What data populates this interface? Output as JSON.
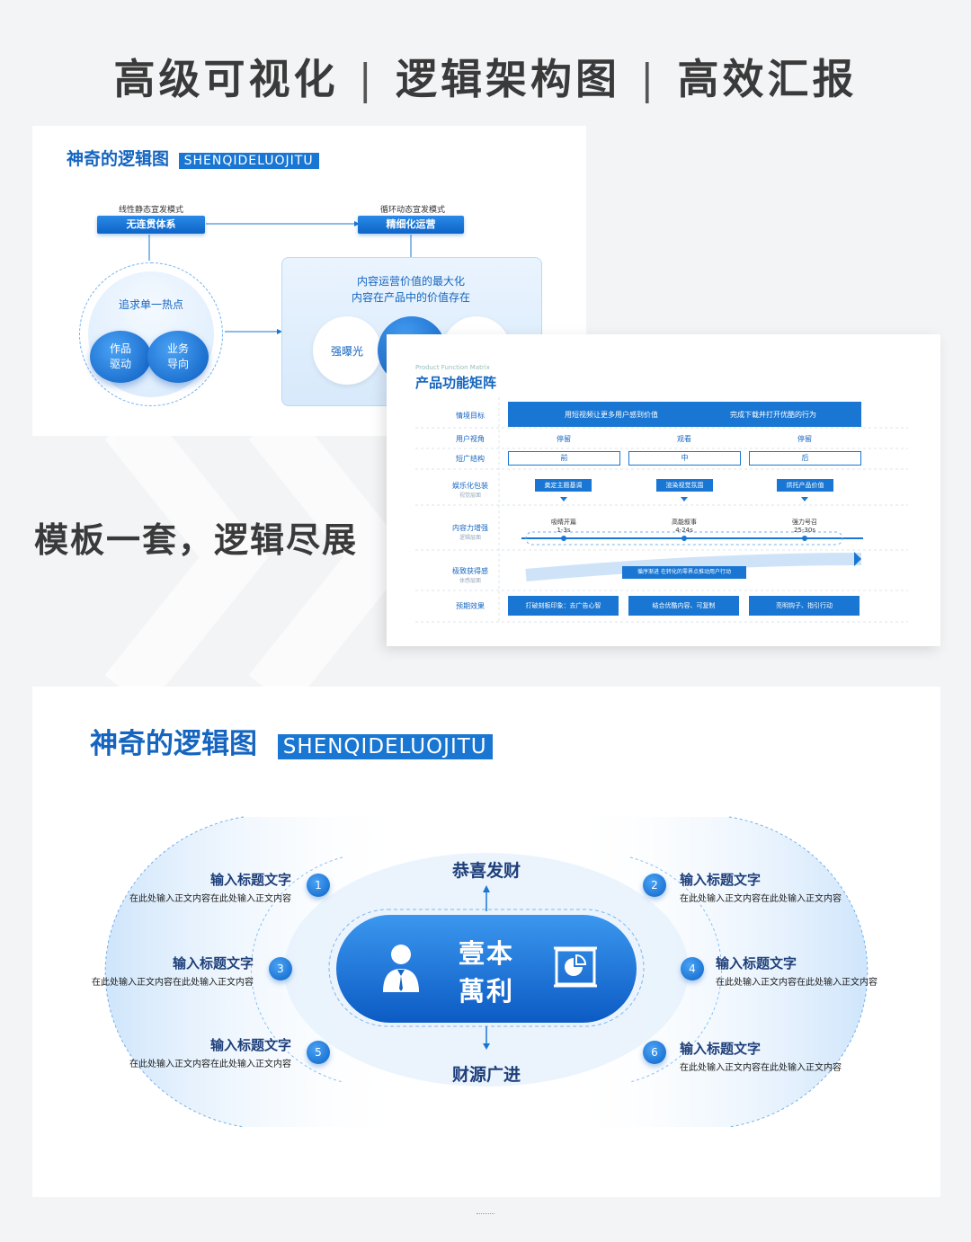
{
  "headline": {
    "part1": "高级可视化",
    "sep": "|",
    "part2": "逻辑架构图",
    "part3": "高效汇报"
  },
  "tagline": "模板一套，逻辑尽展",
  "slide1": {
    "title_cn": "神奇的逻辑图",
    "title_en": "SHENQIDELUOJITU",
    "left_caption": "线性静态宣发模式",
    "left_button": "无连贯体系",
    "right_caption": "循环动态宣发模式",
    "right_button": "精细化运营",
    "circle_text": "追求单一热点",
    "ball_left": "作品\n驱动",
    "ball_right": "业务\n导向",
    "box_line1": "内容运营价值的最大化",
    "box_line2": "内容在产品中的价值存在",
    "box_circle_left": "强曝光"
  },
  "slide2": {
    "subtitle_en": "Product Function Matrix",
    "title": "产品功能矩阵",
    "rows": [
      {
        "label": "情境目标",
        "sub": ""
      },
      {
        "label": "用户视角",
        "sub": ""
      },
      {
        "label": "短广结构",
        "sub": ""
      },
      {
        "label": "娱乐化包装",
        "sub": "视觉层面"
      },
      {
        "label": "内容力增强",
        "sub": "逻辑层面"
      },
      {
        "label": "极致获得感",
        "sub": "体感层面"
      },
      {
        "label": "预期效果",
        "sub": ""
      }
    ],
    "goal_left": "用短视频让更多用户感到价值",
    "goal_right": "完成下载并打开优酷的行为",
    "view": [
      "停留",
      "观看",
      "停留"
    ],
    "structure": [
      "前",
      "中",
      "后"
    ],
    "package": [
      "奠定主题基调",
      "渲染视觉氛围",
      "烘托产品价值"
    ],
    "content_labels": [
      "吸睛开篇",
      "高能叙事",
      "强力号召"
    ],
    "content_times": [
      "1-3s",
      "4-24s",
      "25-30s"
    ],
    "gain": "循序渐进 在转化的零界点推动用户行动",
    "effects": [
      "打破刻板印象：去广告心智",
      "结合优酷内容、可复制",
      "亮明钩子、指引行动"
    ]
  },
  "slide3": {
    "title_cn": "神奇的逻辑图",
    "title_en": "SHENQIDELUOJITU",
    "top_text": "恭喜发财",
    "bottom_text": "财源广进",
    "center_line1": "壹本",
    "center_line2": "萬利",
    "items": [
      {
        "num": "1",
        "title": "输入标题文字",
        "body": "在此处输入正文内容在此处输入正文内容"
      },
      {
        "num": "2",
        "title": "输入标题文字",
        "body": "在此处输入正文内容在此处输入正文内容"
      },
      {
        "num": "3",
        "title": "输入标题文字",
        "body": "在此处输入正文内容在此处输入正文内容"
      },
      {
        "num": "4",
        "title": "输入标题文字",
        "body": "在此处输入正文内容在此处输入正文内容"
      },
      {
        "num": "5",
        "title": "输入标题文字",
        "body": "在此处输入正文内容在此处输入正文内容"
      },
      {
        "num": "6",
        "title": "输入标题文字",
        "body": "在此处输入正文内容在此处输入正文内容"
      }
    ]
  },
  "icons": [
    "person-icon",
    "presentation-chart-icon"
  ],
  "colors": {
    "accent": "#1976d2",
    "dark_blue": "#0d64c8",
    "headline": "#3a3a3a"
  }
}
